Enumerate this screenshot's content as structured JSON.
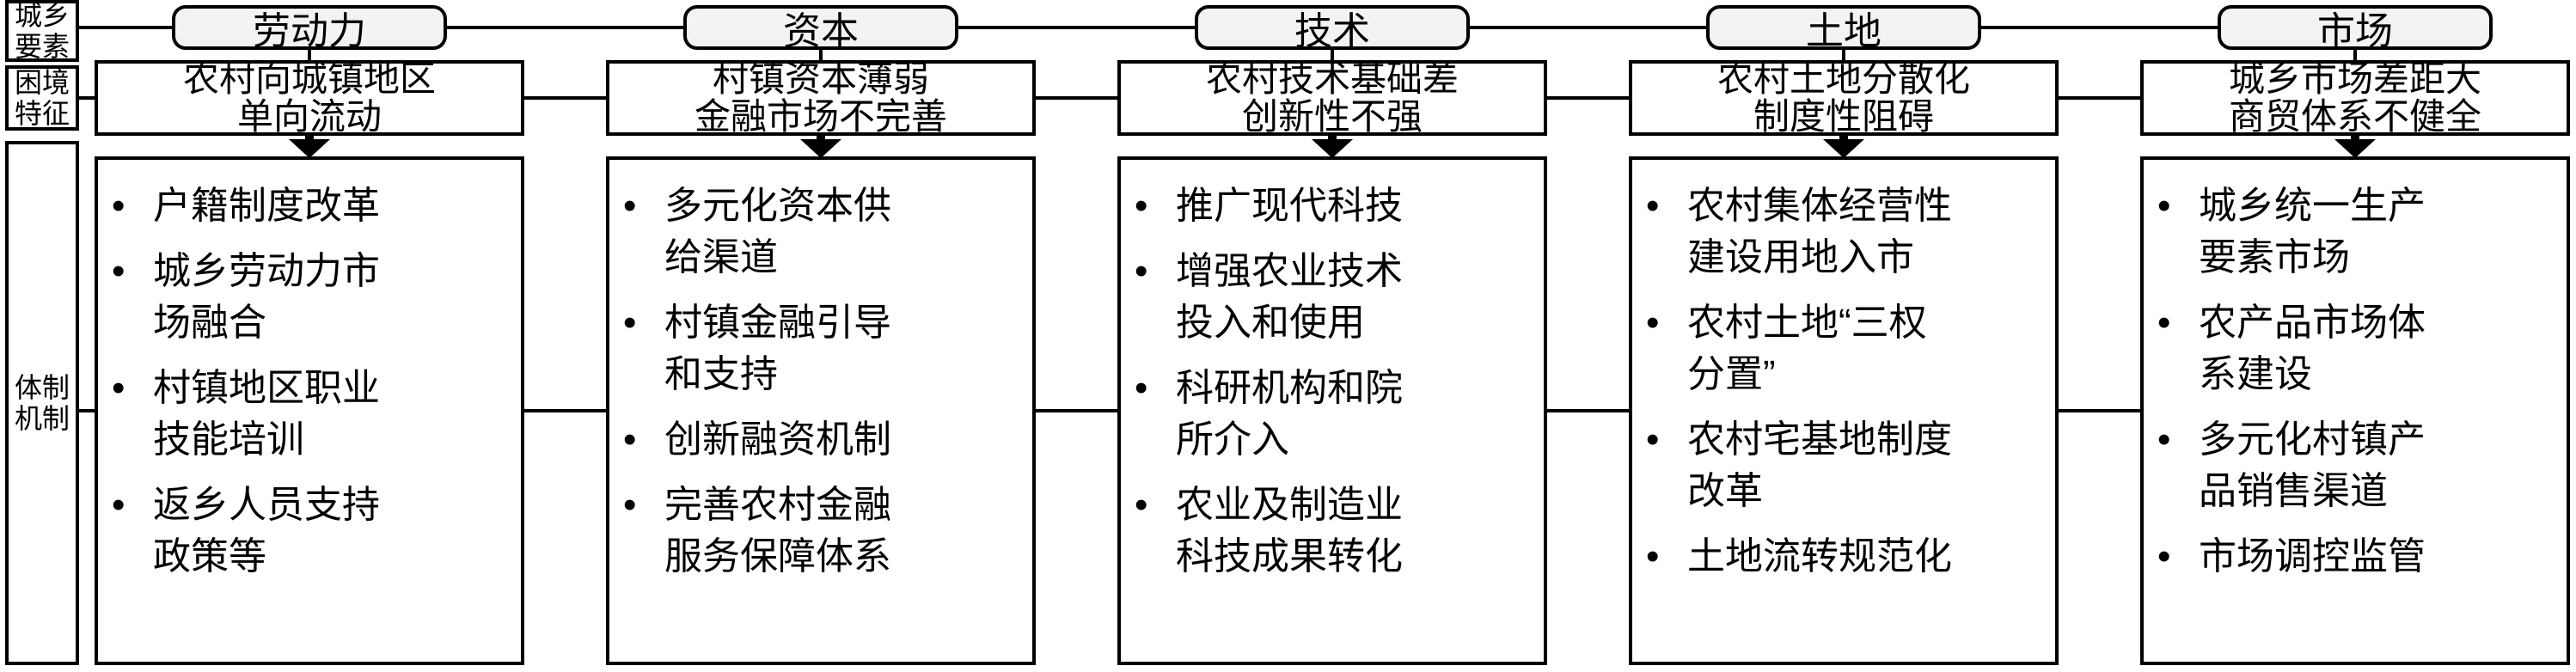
{
  "ui": {
    "bullet": "•"
  },
  "colors": {
    "border": "#000000",
    "background": "#ffffff",
    "title_fill": "#f3f3f3",
    "line": "#000000"
  },
  "row_labels": {
    "elements": "城乡\n要素",
    "dilemma": "困境\n特征",
    "mechanism": "体制\n机制"
  },
  "columns": [
    {
      "element": "劳动力",
      "dilemma": "农村向城镇地区\n单向流动",
      "mechanisms": [
        "户籍制度改革",
        "城乡劳动力市\n场融合",
        "村镇地区职业\n技能培训",
        "返乡人员支持\n政策等"
      ]
    },
    {
      "element": "资本",
      "dilemma": "村镇资本薄弱\n金融市场不完善",
      "mechanisms": [
        "多元化资本供\n给渠道",
        "村镇金融引导\n和支持",
        "创新融资机制",
        "完善农村金融\n服务保障体系"
      ]
    },
    {
      "element": "技术",
      "dilemma": "农村技术基础差\n创新性不强",
      "mechanisms": [
        "推广现代科技",
        "增强农业技术\n投入和使用",
        "科研机构和院\n所介入",
        "农业及制造业\n科技成果转化"
      ]
    },
    {
      "element": "土地",
      "dilemma": "农村土地分散化\n制度性阻碍",
      "mechanisms": [
        "农村集体经营性\n建设用地入市",
        "农村土地“三权\n分置”",
        "农村宅基地制度\n改革",
        "土地流转规范化"
      ]
    },
    {
      "element": "市场",
      "dilemma": "城乡市场差距大\n商贸体系不健全",
      "mechanisms": [
        "城乡统一生产\n要素市场",
        "农产品市场体\n系建设",
        "多元化村镇产\n品销售渠道",
        "市场调控监管"
      ]
    }
  ]
}
